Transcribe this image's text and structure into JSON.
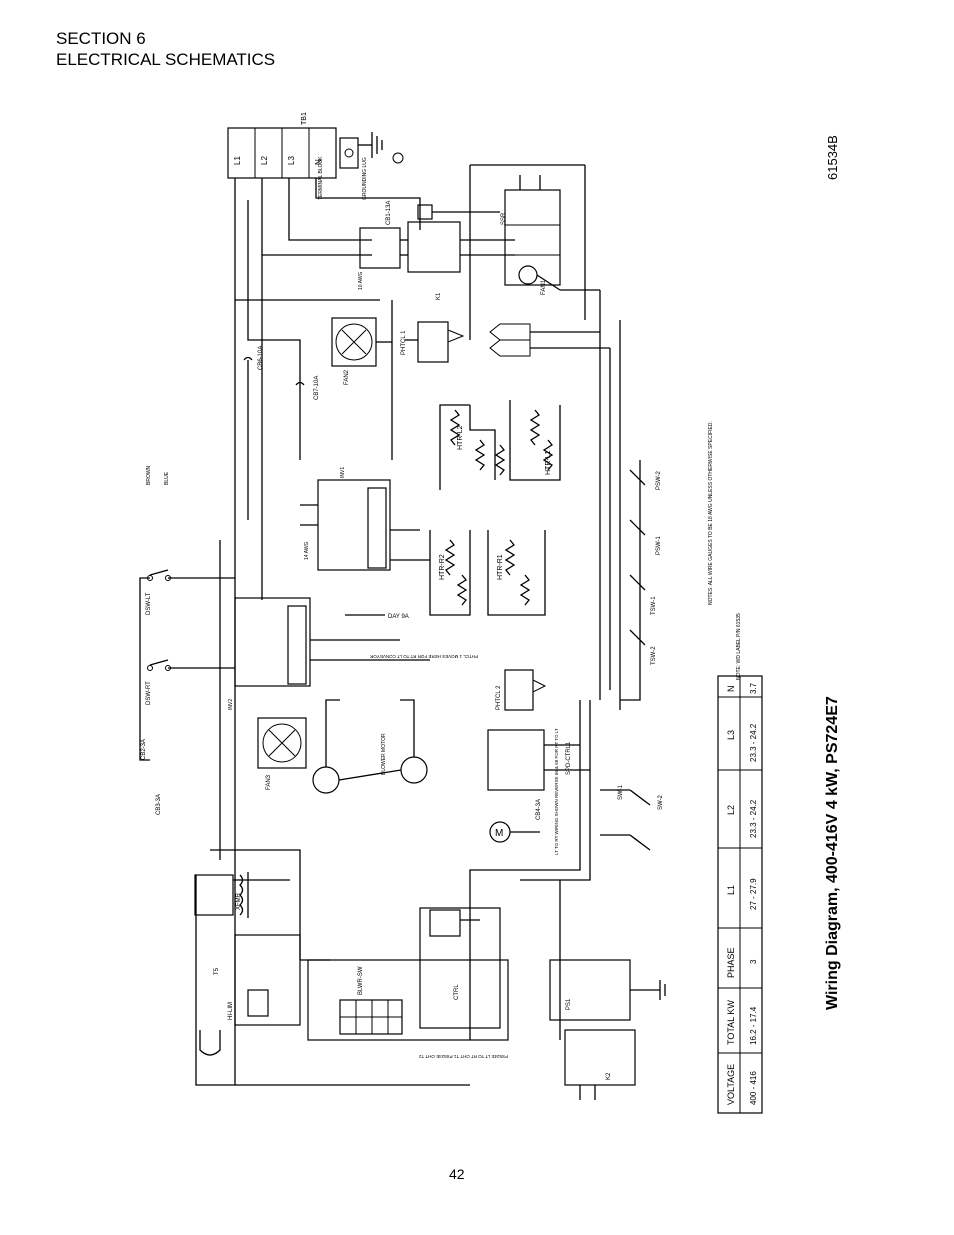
{
  "header": {
    "section": "SECTION 6",
    "title": "ELECTRICAL  SCHEMATICS"
  },
  "diagram": {
    "title": "Wiring Diagram, 400-416V 4 kW, PS724E7",
    "doc_number": "61534B",
    "terminal_block": {
      "name": "TB1",
      "desc": "TERMINAL BLOCK",
      "terminals": [
        "L1",
        "L2",
        "L3",
        "N"
      ]
    },
    "ground": "GROUNDING LUG",
    "components": [
      "CB1-13A",
      "K1",
      "SSR",
      "FAN1",
      "CB6-10A",
      "CB7-10A",
      "FAN2",
      "PHTCL 1",
      "HTR-L2",
      "HTR-L1",
      "HTR-R2",
      "HTR-R1",
      "INV1",
      "INV2",
      "DSW-LT",
      "DSW-RT",
      "CB2-3A",
      "CB3-3A",
      "FAN3",
      "BLOWER MOTOR",
      "PHTCL 2",
      "SPD-CTRL1",
      "SW-1",
      "SW-2",
      "CB4-3A",
      "XFMR",
      "T5",
      "HI-LIM",
      "CTRL",
      "BLWR-SW",
      "PS1",
      "K2",
      "PSW-1",
      "PSW-2",
      "TSW-1",
      "TSW-2"
    ],
    "annotations": [
      "10 AWG",
      "14 AWG",
      "BROWN",
      "BLUE",
      "DAY 9A",
      "PHTCL 1 MOVES HERE FOR RT TO LT CONVEYOR",
      "LT TO RT WIRING SHOWN REVERSE 66 & 68 FOR RT TO LT",
      "PS524E LT TO RT OHT T1 PS524E OHT T2",
      "NOTES: ALL WIRE GAUGES TO BE 18 AWG UNLESS OTHERWISE SPECIFIED.",
      "NOTE: WD LABEL P/N 61535"
    ]
  },
  "table": {
    "headers": [
      "VOLTAGE",
      "TOTAL KW",
      "PHASE",
      "L1",
      "L2",
      "L3",
      "N"
    ],
    "rows": [
      [
        "400 - 416",
        "16.2 - 17.4",
        "3",
        "27 - 27.9",
        "23.3 - 24.2",
        "23.3 - 24.2",
        "3.7"
      ]
    ]
  },
  "page_number": "42"
}
